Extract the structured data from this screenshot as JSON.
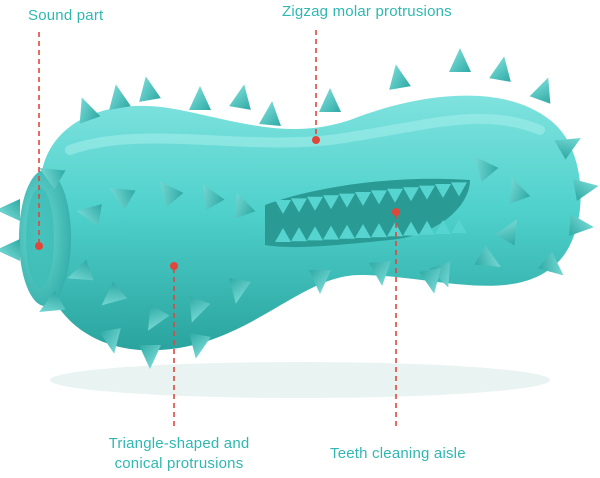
{
  "labels": {
    "sound_part": "Sound part",
    "zigzag": "Zigzag molar protrusions",
    "triangle_line1": "Triangle-shaped and",
    "triangle_line2": "conical protrusions",
    "teeth_cleaning": "Teeth cleaning aisle"
  },
  "colors": {
    "label_text": "#2fb8b1",
    "callout_line": "#e0473a",
    "callout_dot": "#e0473a",
    "toy_body": "#4fd1cc",
    "toy_shadow": "#2ea9a4",
    "toy_highlight": "#8ae6e2"
  }
}
